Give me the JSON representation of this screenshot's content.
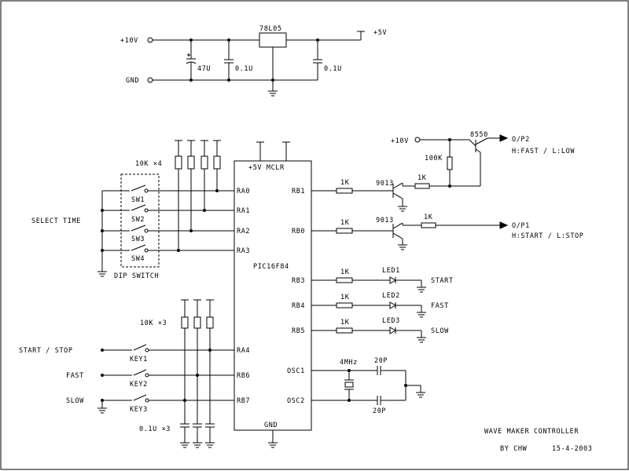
{
  "power_supply": {
    "input_label": "+10V",
    "gnd_label": "GND",
    "regulator_label": "78L05",
    "output_label": "+5V",
    "cap1_label": "47U",
    "cap2_label": "0.1U",
    "cap3_label": "0.1U"
  },
  "mcu": {
    "part_label": "PIC16F84",
    "top_pins_label": "+5V  MCLR",
    "gnd_label": "GND",
    "left_pins": [
      "RA0",
      "RA1",
      "RA2",
      "RA3",
      "RA4",
      "RB6",
      "RB7"
    ],
    "right_pins": [
      "RB1",
      "RB0",
      "RB3",
      "RB4",
      "RB5",
      "OSC1",
      "OSC2"
    ]
  },
  "dip_switch": {
    "pullup_label": "10K ×4",
    "select_label": "SELECT TIME",
    "switch_labels": [
      "SW1",
      "SW2",
      "SW3",
      "SW4"
    ],
    "block_label": "DIP SWITCH"
  },
  "keys": {
    "pullup_label": "10K ×3",
    "key_labels": [
      "KEY1",
      "KEY2",
      "KEY3"
    ],
    "function_labels": [
      "START / STOP",
      "FAST",
      "SLOW"
    ],
    "cap_label": "0.1U ×3"
  },
  "outputs": {
    "vsupply_label": "+10V",
    "res_100k_label": "100K",
    "res_1k_labels": [
      "1K",
      "1K",
      "1K",
      "1K"
    ],
    "transistor_labels": [
      "9013",
      "9013"
    ],
    "pnp_label": "8550",
    "op2_label": "O/P2",
    "op2_desc": "H:FAST / L:LOW",
    "op1_label": "O/P1",
    "op1_desc": "H:START / L:STOP"
  },
  "leds": {
    "res_labels": [
      "1K",
      "1K",
      "1K"
    ],
    "led_labels": [
      "LED1",
      "LED2",
      "LED3"
    ],
    "function_labels": [
      "START",
      "FAST",
      "SLOW"
    ]
  },
  "oscillator": {
    "crystal_label": "4MHz",
    "cap1_label": "20P",
    "cap2_label": "20P"
  },
  "title_block": {
    "title": "WAVE MAKER CONTROLLER",
    "author": "BY CHW",
    "date": "15-4-2003"
  }
}
